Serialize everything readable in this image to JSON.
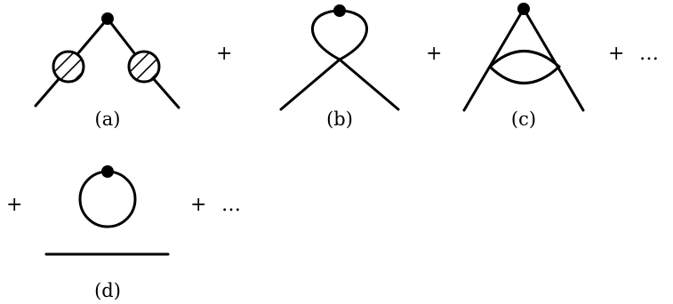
{
  "operators": {
    "plus": "+",
    "ellipsis": "…"
  },
  "captions": {
    "a": "(a)",
    "b": "(b)",
    "c": "(c)",
    "d": "(d)"
  }
}
